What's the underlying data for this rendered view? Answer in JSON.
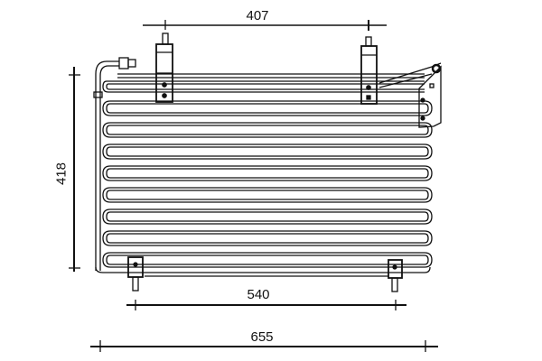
{
  "drawing": {
    "subject": "condenser",
    "stroke_color": "#111111",
    "background_color": "#ffffff"
  },
  "dimensions": {
    "top_bracket_spacing": {
      "label": "407"
    },
    "height": {
      "label": "418"
    },
    "bottom_bracket_spacing": {
      "label": "540"
    },
    "overall_width": {
      "label": "655"
    }
  }
}
